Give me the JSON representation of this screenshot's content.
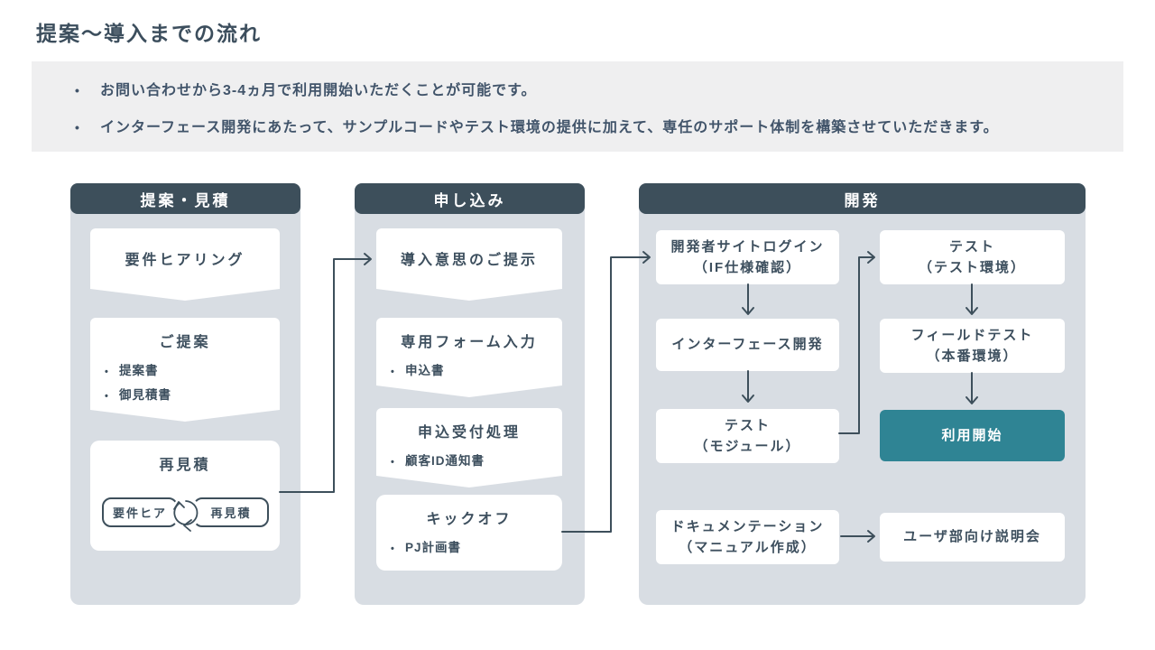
{
  "title": "提案〜導入までの流れ",
  "bullet_char": "•",
  "banner": {
    "bullets": [
      "お問い合わせから3-4ヵ月で利用開始いただくことが可能です。",
      "インターフェース開発にあたって、サンプルコードやテスト環境の提供に加えて、専任のサポート体制を構築させていただきます。"
    ]
  },
  "colors": {
    "dark_slate": "#3d4f5b",
    "teal": "#2f8494",
    "column_bg": "#d8dde3",
    "banner_bg": "#efeff0",
    "box_bg": "#ffffff"
  },
  "columns": [
    {
      "header": "提案・見積",
      "boxes": [
        {
          "title": "要件ヒアリング"
        },
        {
          "title": "ご提案",
          "bullets": [
            "提案書",
            "御見積書"
          ]
        },
        {
          "title": "再見積",
          "loop": [
            "要件ヒア",
            "再見積"
          ]
        }
      ]
    },
    {
      "header": "申し込み",
      "boxes": [
        {
          "title": "導入意思のご提示"
        },
        {
          "title": "専用フォーム入力",
          "bullets": [
            "申込書"
          ]
        },
        {
          "title": "申込受付処理",
          "bullets": [
            "顧客ID通知書"
          ]
        },
        {
          "title": "キックオフ",
          "bullets": [
            "PJ計画書"
          ]
        }
      ]
    },
    {
      "header": "開発",
      "boxes": [
        {
          "title": "開発者サイトログイン",
          "subtitle": "（IF仕様確認）"
        },
        {
          "title": "インターフェース開発"
        },
        {
          "title": "テスト",
          "subtitle": "（モジュール）"
        },
        {
          "title": "テスト",
          "subtitle": "（テスト環境）"
        },
        {
          "title": "フィールドテスト",
          "subtitle": "（本番環境）"
        },
        {
          "title": "利用開始"
        },
        {
          "title": "ドキュメンテーション",
          "subtitle": "（マニュアル作成）"
        },
        {
          "title": "ユーザ部向け説明会"
        }
      ]
    }
  ]
}
